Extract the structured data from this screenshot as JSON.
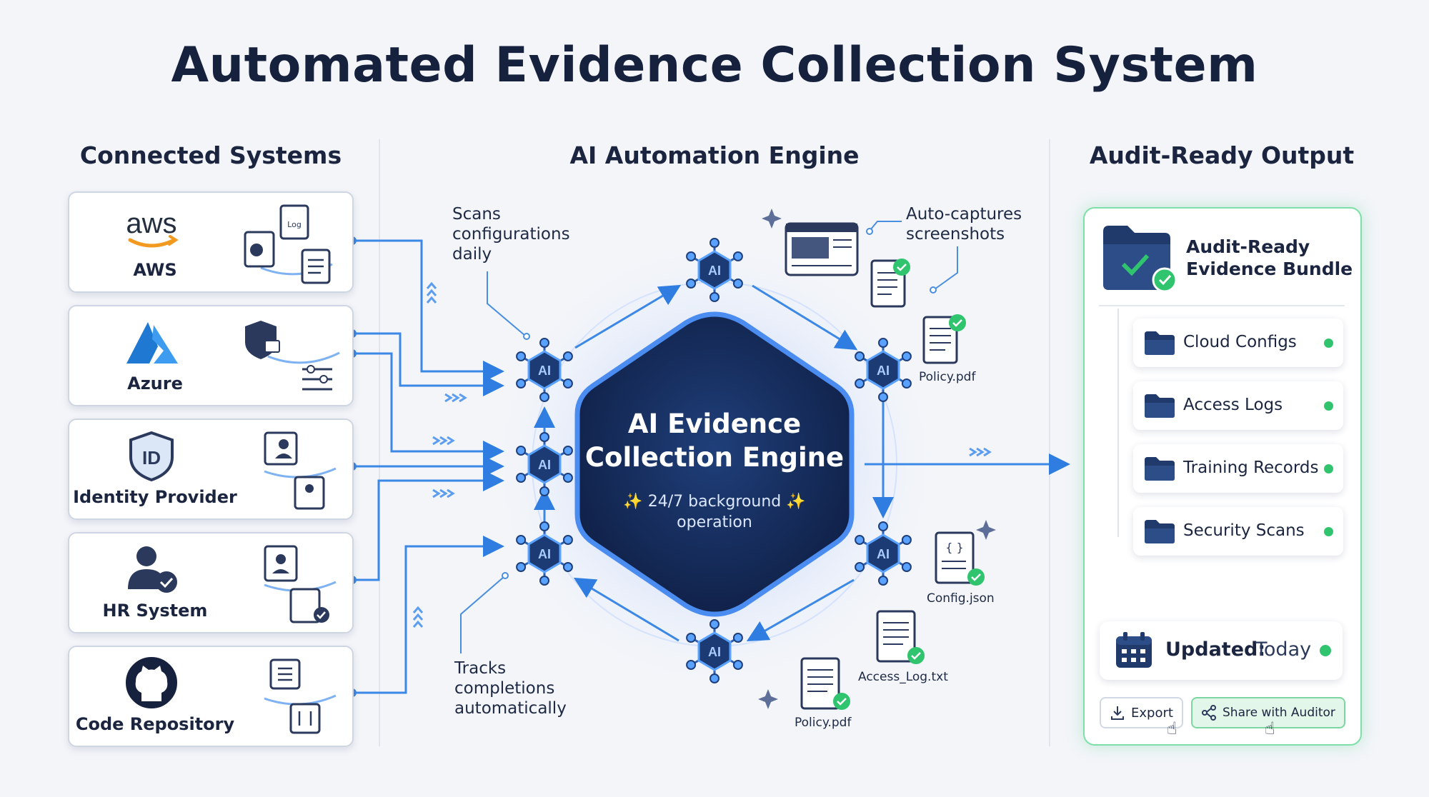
{
  "title": "Automated Evidence Collection System",
  "columns": {
    "left": "Connected Systems",
    "middle": "AI Automation Engine",
    "right": "Audit-Ready Output"
  },
  "systems": [
    {
      "label": "AWS",
      "logo": "aws-logo",
      "logo_text": "aws"
    },
    {
      "label": "Azure",
      "logo": "azure-logo"
    },
    {
      "label": "Identity Provider",
      "logo": "id-shield-icon",
      "logo_text": "ID"
    },
    {
      "label": "HR System",
      "logo": "user-check-icon"
    },
    {
      "label": "Code Repository",
      "logo": "github-icon"
    }
  ],
  "engine": {
    "title_line1": "AI Evidence",
    "title_line2": "Collection Engine",
    "subtitle_line1": "✨ 24/7 background ✨",
    "subtitle_line2": "operation",
    "node_label": "AI"
  },
  "annotations": {
    "scans": [
      "Scans",
      "configurations",
      "daily"
    ],
    "captures": [
      "Auto-captures",
      "screenshots"
    ],
    "tracks": [
      "Tracks",
      "completions",
      "automatically"
    ]
  },
  "files": {
    "policy_top": "Policy.pdf",
    "config": "Config.json",
    "access_log": "Access_Log.txt",
    "policy_bottom": "Policy.pdf"
  },
  "output": {
    "bundle_line1": "Audit-Ready",
    "bundle_line2": "Evidence Bundle",
    "folders": [
      "Cloud Configs",
      "Access Logs",
      "Training Records",
      "Security Scans"
    ],
    "updated_label": "Updated:",
    "updated_value": "Today",
    "export_label": "Export",
    "share_label": "Share with Auditor"
  },
  "colors": {
    "accent": "#2f7de1",
    "navy": "#16284d",
    "success": "#2fc46d",
    "aws_orange": "#f29a1f",
    "azure": "#1f78d1"
  }
}
